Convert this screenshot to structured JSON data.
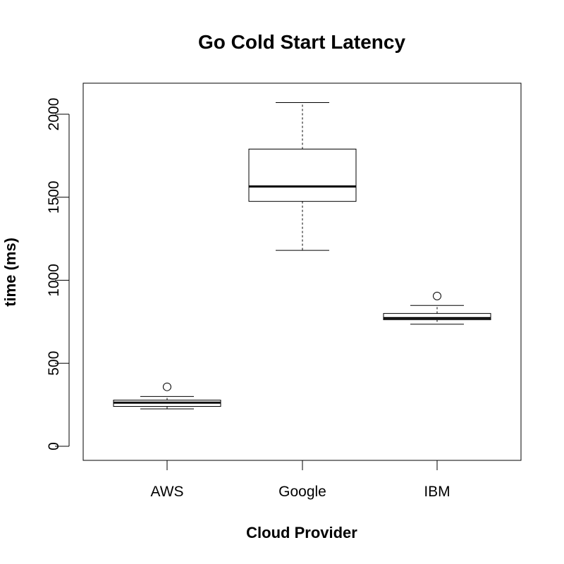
{
  "chart_data": {
    "type": "boxplot",
    "title": "Go Cold Start Latency",
    "xlabel": "Cloud Provider",
    "ylabel": "time (ms)",
    "ylim": [
      -75,
      2200
    ],
    "yticks": [
      0,
      500,
      1000,
      1500,
      2000
    ],
    "grid": false,
    "categories": [
      "AWS",
      "Google",
      "IBM"
    ],
    "boxes": [
      {
        "category": "AWS",
        "whisker_low": 225,
        "q1": 240,
        "median": 263,
        "q3": 278,
        "whisker_high": 300,
        "outliers": [
          358
        ]
      },
      {
        "category": "Google",
        "whisker_low": 1180,
        "q1": 1475,
        "median": 1565,
        "q3": 1790,
        "whisker_high": 2070,
        "outliers": []
      },
      {
        "category": "IBM",
        "whisker_low": 735,
        "q1": 762,
        "median": 772,
        "q3": 800,
        "whisker_high": 848,
        "outliers": [
          905
        ]
      }
    ]
  }
}
